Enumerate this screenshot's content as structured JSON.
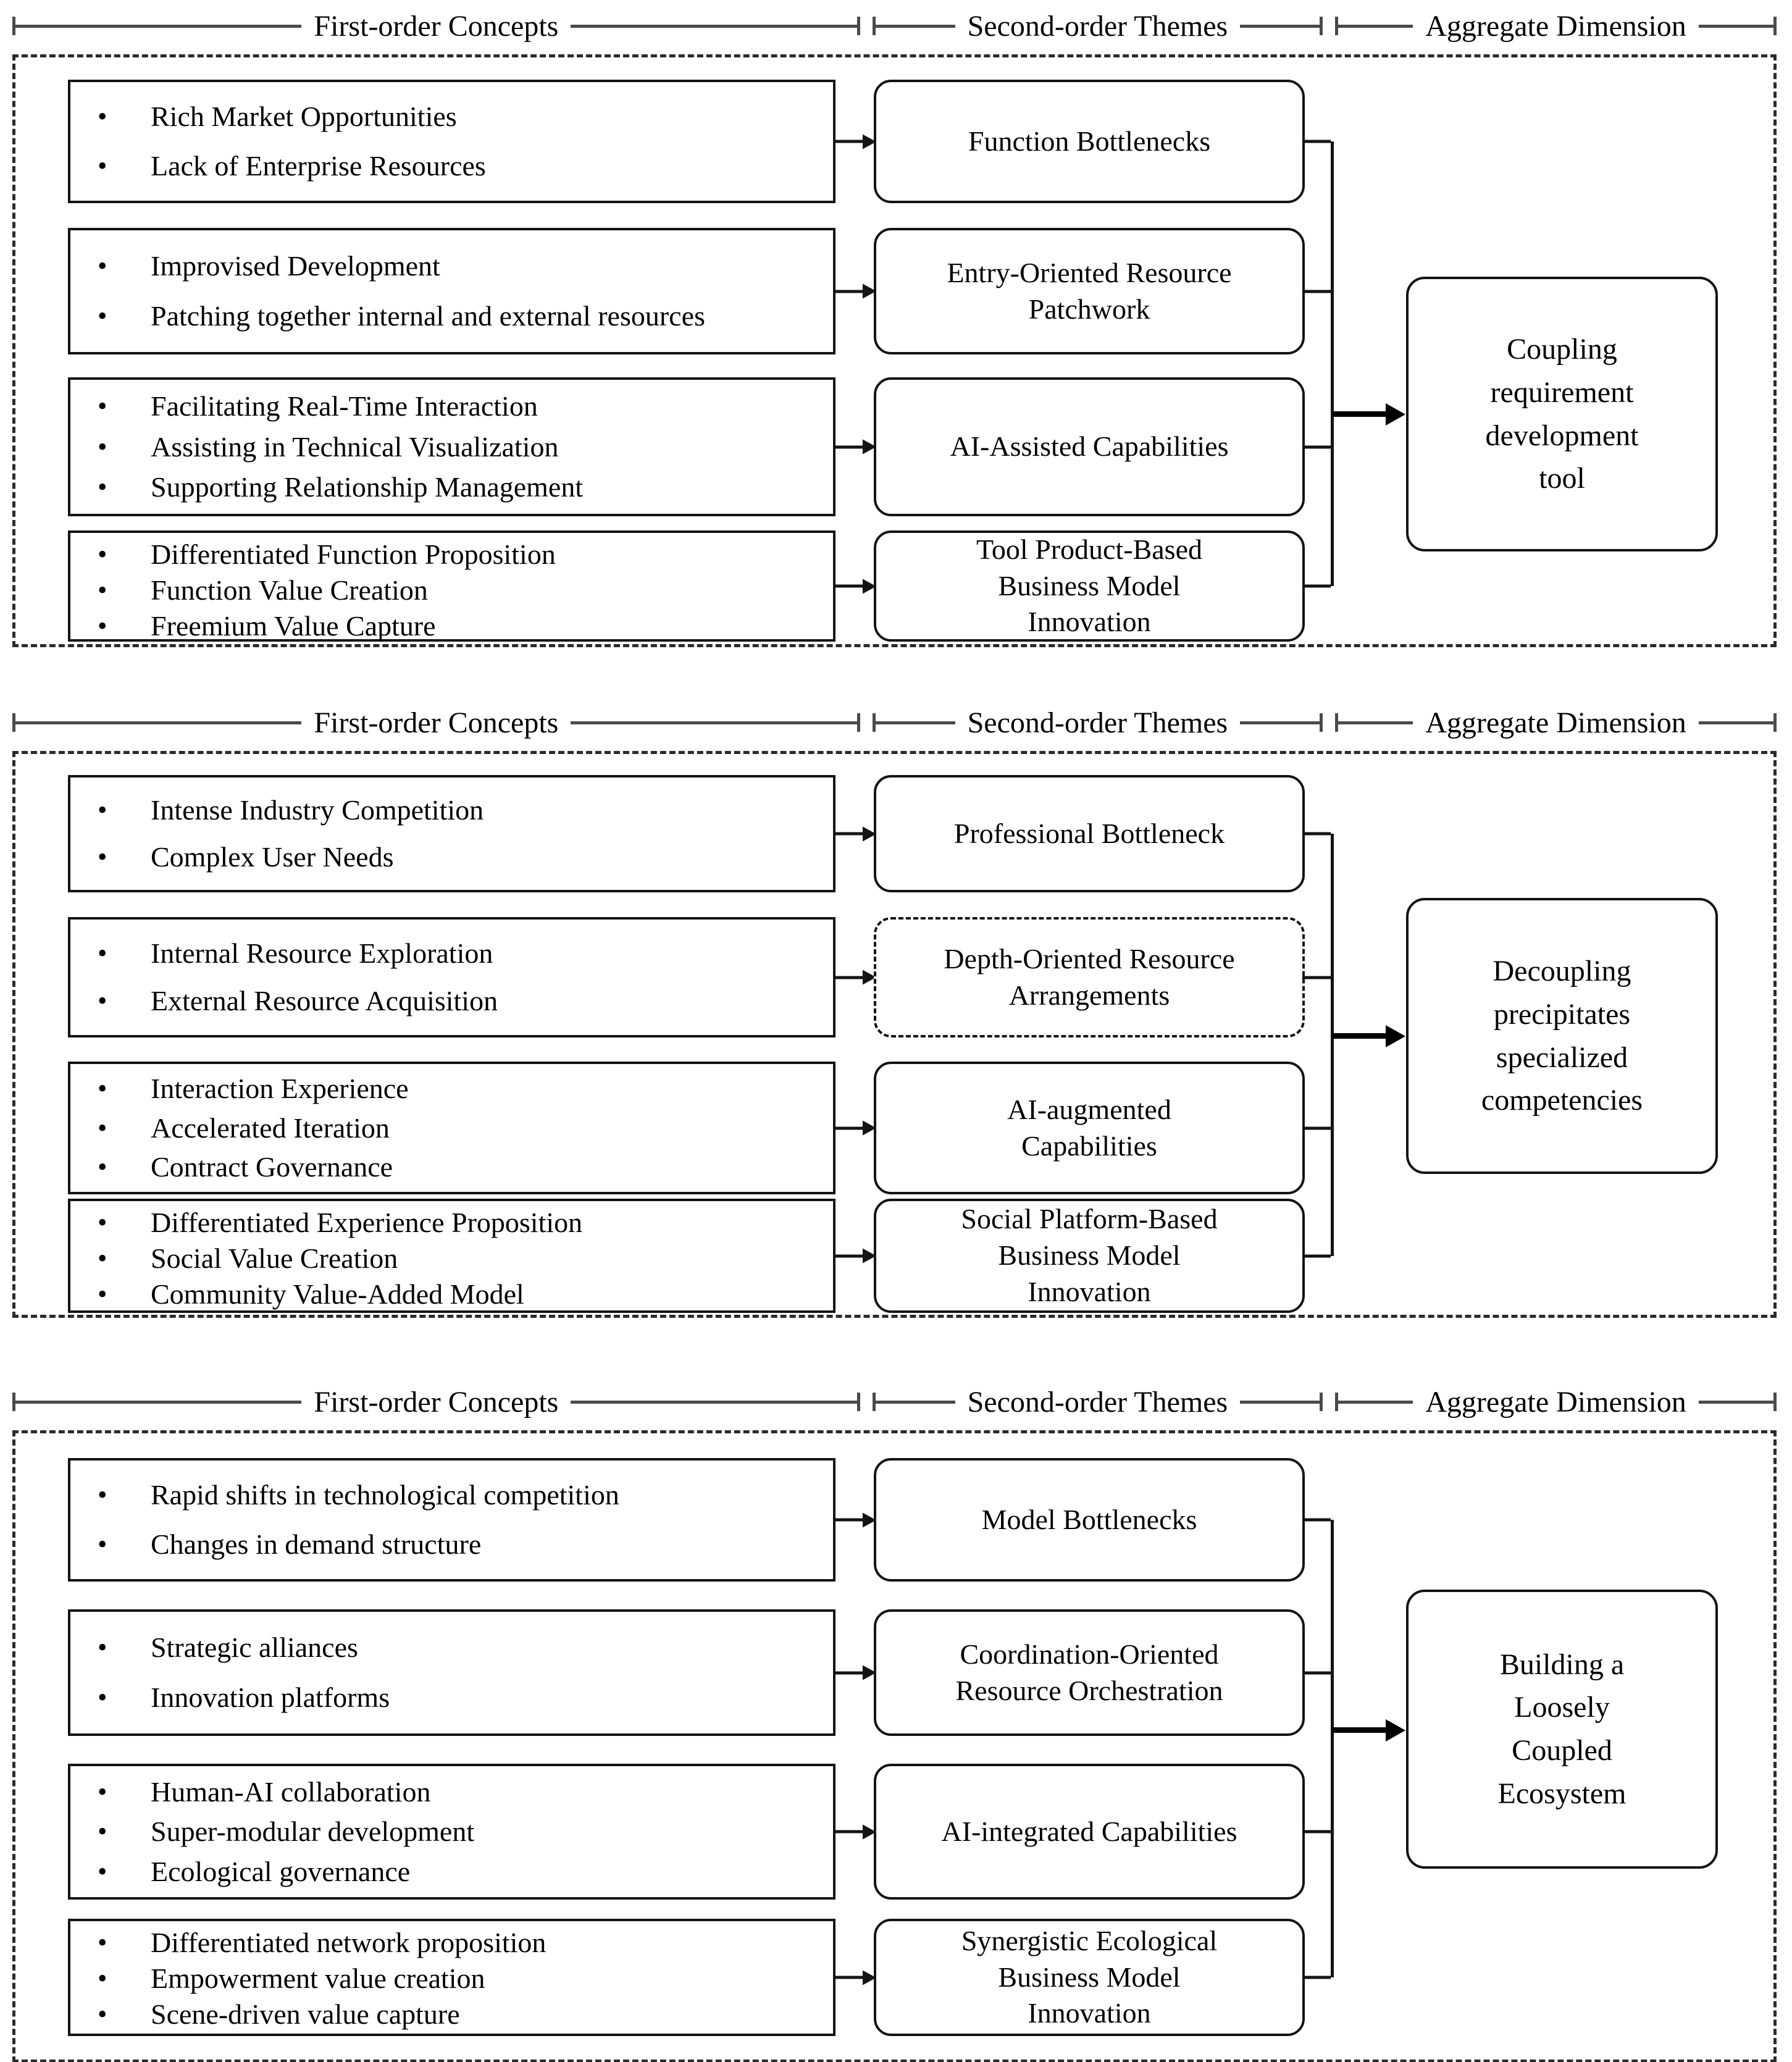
{
  "header": {
    "col1": "First-order Concepts",
    "col2": "Second-order Themes",
    "col3": "Aggregate Dimension"
  },
  "panels": [
    {
      "concepts": [
        {
          "items": [
            "Rich Market Opportunities",
            "Lack of Enterprise Resources"
          ]
        },
        {
          "items": [
            "Improvised Development",
            "Patching together internal and external resources"
          ]
        },
        {
          "items": [
            "Facilitating Real-Time Interaction",
            "Assisting in Technical Visualization",
            "Supporting Relationship Management"
          ]
        },
        {
          "items": [
            "Differentiated Function Proposition",
            "Function Value Creation",
            "Freemium Value Capture"
          ]
        }
      ],
      "themes": [
        {
          "label": "Function Bottlenecks",
          "dashed": false
        },
        {
          "label": "Entry-Oriented Resource\nPatchwork",
          "dashed": false
        },
        {
          "label": "AI-Assisted Capabilities",
          "dashed": false
        },
        {
          "label": "Tool Product-Based\nBusiness Model\nInnovation",
          "dashed": false
        }
      ],
      "aggregate": "Coupling\nrequirement\ndevelopment\ntool"
    },
    {
      "concepts": [
        {
          "items": [
            "Intense Industry Competition",
            "Complex User Needs"
          ]
        },
        {
          "items": [
            "Internal Resource Exploration",
            "External Resource Acquisition"
          ]
        },
        {
          "items": [
            "Interaction Experience",
            "Accelerated Iteration",
            "Contract Governance"
          ]
        },
        {
          "items": [
            "Differentiated Experience Proposition",
            "Social Value Creation",
            "Community Value-Added Model"
          ]
        }
      ],
      "themes": [
        {
          "label": "Professional Bottleneck",
          "dashed": false
        },
        {
          "label": "Depth-Oriented Resource\nArrangements",
          "dashed": true
        },
        {
          "label": "AI-augmented\nCapabilities",
          "dashed": false
        },
        {
          "label": "Social Platform-Based\nBusiness Model\nInnovation",
          "dashed": false
        }
      ],
      "aggregate": "Decoupling\nprecipitates\nspecialized\ncompetencies"
    },
    {
      "concepts": [
        {
          "items": [
            "Rapid shifts in technological competition",
            "Changes in demand structure"
          ]
        },
        {
          "items": [
            "Strategic alliances",
            "Innovation platforms"
          ]
        },
        {
          "items": [
            "Human-AI collaboration",
            "Super-modular development",
            "Ecological governance"
          ]
        },
        {
          "items": [
            "Differentiated network proposition",
            "Empowerment value creation",
            "Scene-driven value capture"
          ]
        }
      ],
      "themes": [
        {
          "label": "Model Bottlenecks",
          "dashed": false
        },
        {
          "label": "Coordination-Oriented\nResource Orchestration",
          "dashed": false
        },
        {
          "label": "AI-integrated Capabilities",
          "dashed": false
        },
        {
          "label": "Synergistic Ecological\nBusiness Model\nInnovation",
          "dashed": false
        }
      ],
      "aggregate": "Building a\nLoosely\nCoupled\nEcosystem"
    }
  ],
  "colors": {
    "line": "#141414",
    "dashed_border": "#2b2b2b",
    "header_line": "#4a4a4a",
    "background": "#ffffff"
  }
}
